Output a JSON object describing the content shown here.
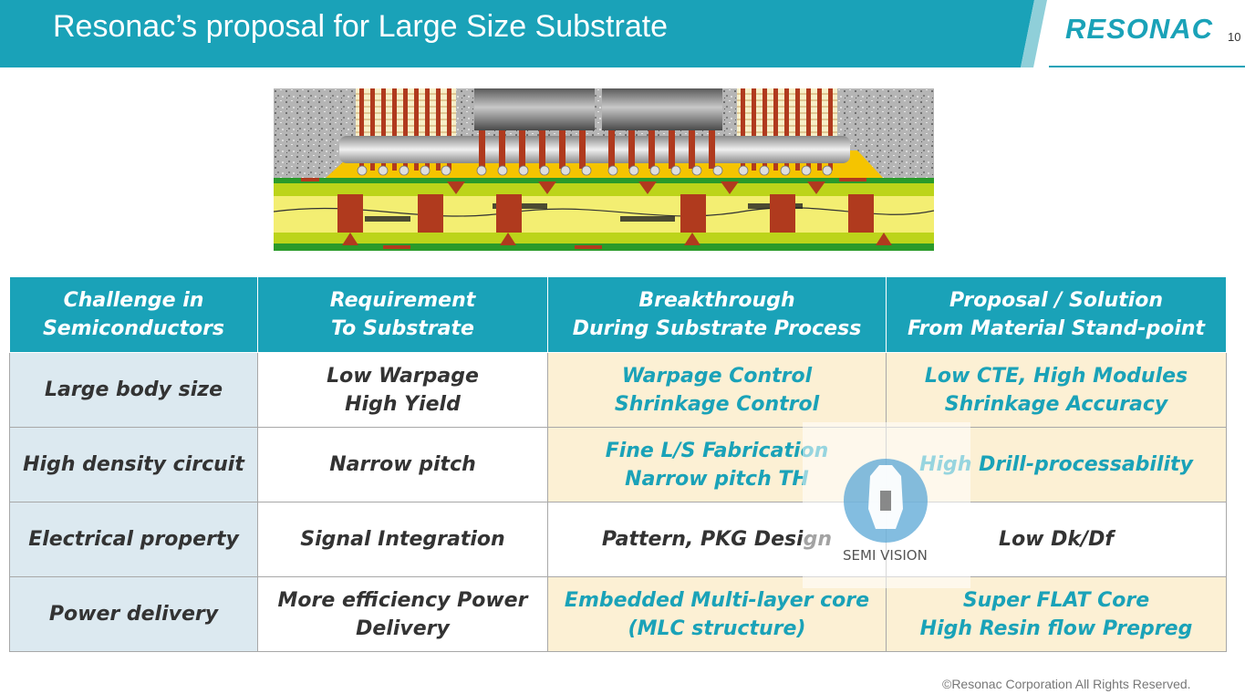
{
  "header": {
    "title": "Resonac’s proposal for Large Size Substrate",
    "logo": "RESONAC",
    "page_number": "10"
  },
  "table": {
    "headers": [
      [
        "Challenge in",
        "Semiconductors"
      ],
      [
        "Requirement",
        "To Substrate"
      ],
      [
        "Breakthrough",
        "During Substrate Process"
      ],
      [
        "Proposal / Solution",
        "From Material Stand-point"
      ]
    ],
    "rows": [
      [
        [
          "Large body size"
        ],
        [
          "Low Warpage",
          "High Yield"
        ],
        [
          "Warpage Control",
          "Shrinkage Control"
        ],
        [
          "Low CTE, High Modules",
          "Shrinkage Accuracy"
        ]
      ],
      [
        [
          "High density circuit"
        ],
        [
          "Narrow pitch"
        ],
        [
          "Fine L/S Fabrication",
          "Narrow pitch TH"
        ],
        [
          "High Drill-processability"
        ]
      ],
      [
        [
          "Electrical property"
        ],
        [
          "Signal Integration"
        ],
        [
          "Pattern, PKG Design"
        ],
        [
          "Low Dk/Df"
        ]
      ],
      [
        [
          "Power delivery"
        ],
        [
          "More efficiency Power",
          "Delivery"
        ],
        [
          "Embedded Multi-layer core",
          "(MLC structure)"
        ],
        [
          "Super FLAT Core",
          "High Resin flow Prepreg"
        ]
      ]
    ]
  },
  "watermark": {
    "text": "SEMI VISION"
  },
  "footer": {
    "copyright": "©Resonac Corporation All Rights Reserved."
  },
  "colors": {
    "accent": "#1aa2b8",
    "row_label_bg": "#dce9f0",
    "highlight_bg": "#fcf0d4"
  }
}
